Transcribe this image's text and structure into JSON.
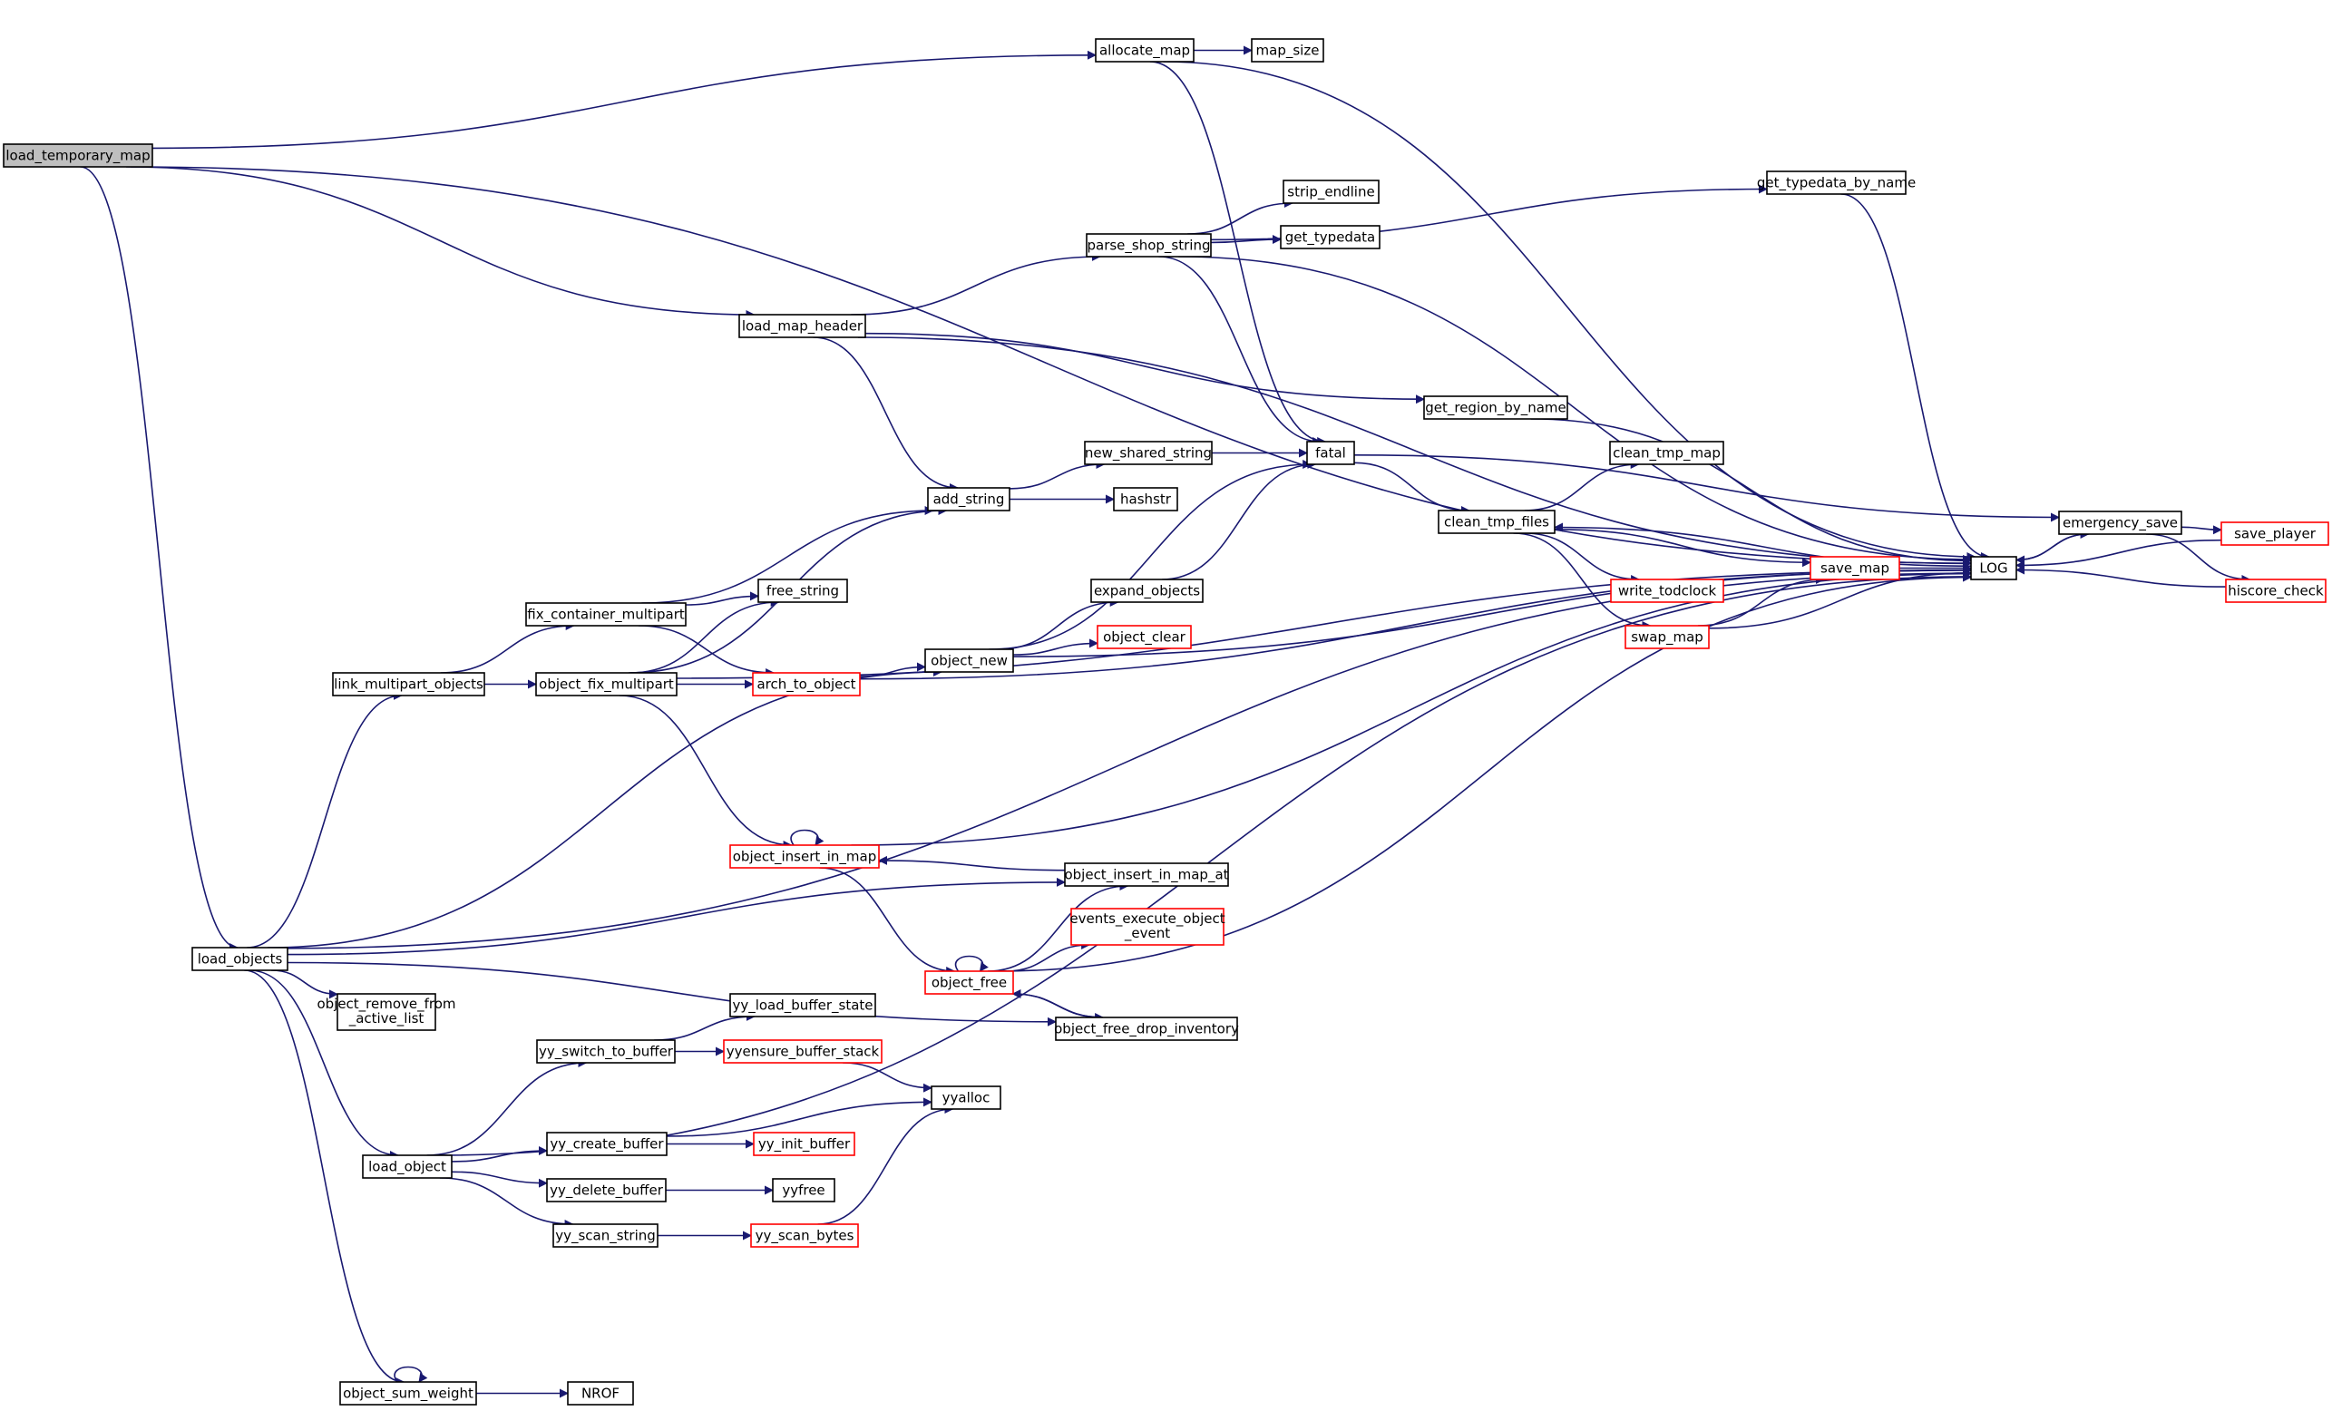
{
  "colors": {
    "edge": "#191970",
    "node_border": "#000000",
    "node_border_truncated": "#ff0000",
    "node_fill": "#ffffff",
    "root_fill": "#bfbfbf"
  },
  "nodes": [
    {
      "id": "load_temporary_map",
      "label": "load_temporary_map",
      "style": "root"
    },
    {
      "id": "allocate_map",
      "label": "allocate_map",
      "style": "normal"
    },
    {
      "id": "map_size",
      "label": "map_size",
      "style": "normal"
    },
    {
      "id": "get_typedata_by_name",
      "label": "get_typedata_by_name",
      "style": "normal"
    },
    {
      "id": "strip_endline",
      "label": "strip_endline",
      "style": "normal"
    },
    {
      "id": "parse_shop_string",
      "label": "parse_shop_string",
      "style": "normal"
    },
    {
      "id": "get_typedata",
      "label": "get_typedata",
      "style": "normal"
    },
    {
      "id": "load_map_header",
      "label": "load_map_header",
      "style": "normal"
    },
    {
      "id": "get_region_by_name",
      "label": "get_region_by_name",
      "style": "normal"
    },
    {
      "id": "new_shared_string",
      "label": "new_shared_string",
      "style": "normal"
    },
    {
      "id": "fatal",
      "label": "fatal",
      "style": "normal"
    },
    {
      "id": "clean_tmp_map",
      "label": "clean_tmp_map",
      "style": "normal"
    },
    {
      "id": "add_string",
      "label": "add_string",
      "style": "normal"
    },
    {
      "id": "hashstr",
      "label": "hashstr",
      "style": "normal"
    },
    {
      "id": "clean_tmp_files",
      "label": "clean_tmp_files",
      "style": "normal"
    },
    {
      "id": "emergency_save",
      "label": "emergency_save",
      "style": "normal"
    },
    {
      "id": "save_player",
      "label": "save_player",
      "style": "truncated"
    },
    {
      "id": "save_map",
      "label": "save_map",
      "style": "truncated"
    },
    {
      "id": "LOG",
      "label": "LOG",
      "style": "normal"
    },
    {
      "id": "fix_container_multipart",
      "label": "fix_container_multipart",
      "style": "normal"
    },
    {
      "id": "free_string",
      "label": "free_string",
      "style": "normal"
    },
    {
      "id": "expand_objects",
      "label": "expand_objects",
      "style": "normal"
    },
    {
      "id": "write_todclock",
      "label": "write_todclock",
      "style": "truncated"
    },
    {
      "id": "hiscore_check",
      "label": "hiscore_check",
      "style": "truncated"
    },
    {
      "id": "object_clear",
      "label": "object_clear",
      "style": "truncated"
    },
    {
      "id": "swap_map",
      "label": "swap_map",
      "style": "truncated"
    },
    {
      "id": "object_new",
      "label": "object_new",
      "style": "normal"
    },
    {
      "id": "link_multipart_objects",
      "label": "link_multipart_objects",
      "style": "normal"
    },
    {
      "id": "object_fix_multipart",
      "label": "object_fix_multipart",
      "style": "normal"
    },
    {
      "id": "arch_to_object",
      "label": "arch_to_object",
      "style": "truncated"
    },
    {
      "id": "object_insert_in_map",
      "label": "object_insert_in_map",
      "style": "truncated"
    },
    {
      "id": "object_insert_in_map_at",
      "label": "object_insert_in_map_at",
      "style": "normal"
    },
    {
      "id": "events_execute_object_event",
      "label": "events_execute_object\n_event",
      "style": "truncated"
    },
    {
      "id": "load_objects",
      "label": "load_objects",
      "style": "normal"
    },
    {
      "id": "object_free",
      "label": "object_free",
      "style": "truncated"
    },
    {
      "id": "object_remove_from_active_list",
      "label": "object_remove_from\n_active_list",
      "style": "normal"
    },
    {
      "id": "yy_load_buffer_state",
      "label": "yy_load_buffer_state",
      "style": "normal"
    },
    {
      "id": "object_free_drop_inventory",
      "label": "object_free_drop_inventory",
      "style": "normal"
    },
    {
      "id": "yy_switch_to_buffer",
      "label": "yy_switch_to_buffer",
      "style": "normal"
    },
    {
      "id": "yyensure_buffer_stack",
      "label": "yyensure_buffer_stack",
      "style": "truncated"
    },
    {
      "id": "yyalloc",
      "label": "yyalloc",
      "style": "normal"
    },
    {
      "id": "yy_create_buffer",
      "label": "yy_create_buffer",
      "style": "normal"
    },
    {
      "id": "yy_init_buffer",
      "label": "yy_init_buffer",
      "style": "truncated"
    },
    {
      "id": "load_object",
      "label": "load_object",
      "style": "normal"
    },
    {
      "id": "yy_delete_buffer",
      "label": "yy_delete_buffer",
      "style": "normal"
    },
    {
      "id": "yyfree",
      "label": "yyfree",
      "style": "normal"
    },
    {
      "id": "yy_scan_string",
      "label": "yy_scan_string",
      "style": "normal"
    },
    {
      "id": "yy_scan_bytes",
      "label": "yy_scan_bytes",
      "style": "truncated"
    },
    {
      "id": "object_sum_weight",
      "label": "object_sum_weight",
      "style": "normal"
    },
    {
      "id": "NROF",
      "label": "NROF",
      "style": "normal"
    }
  ],
  "edges": [
    [
      "load_temporary_map",
      "allocate_map"
    ],
    [
      "load_temporary_map",
      "LOG"
    ],
    [
      "load_temporary_map",
      "load_map_header"
    ],
    [
      "load_temporary_map",
      "load_objects"
    ],
    [
      "allocate_map",
      "map_size"
    ],
    [
      "allocate_map",
      "LOG"
    ],
    [
      "allocate_map",
      "fatal"
    ],
    [
      "load_map_header",
      "parse_shop_string"
    ],
    [
      "load_map_header",
      "LOG"
    ],
    [
      "load_map_header",
      "get_region_by_name"
    ],
    [
      "load_map_header",
      "add_string"
    ],
    [
      "parse_shop_string",
      "get_typedata_by_name"
    ],
    [
      "parse_shop_string",
      "strip_endline"
    ],
    [
      "parse_shop_string",
      "get_typedata"
    ],
    [
      "parse_shop_string",
      "LOG"
    ],
    [
      "parse_shop_string",
      "fatal"
    ],
    [
      "get_typedata_by_name",
      "LOG"
    ],
    [
      "get_region_by_name",
      "LOG"
    ],
    [
      "add_string",
      "new_shared_string"
    ],
    [
      "add_string",
      "hashstr"
    ],
    [
      "new_shared_string",
      "fatal"
    ],
    [
      "fatal",
      "emergency_save"
    ],
    [
      "fatal",
      "clean_tmp_files"
    ],
    [
      "clean_tmp_files",
      "clean_tmp_map"
    ],
    [
      "clean_tmp_files",
      "save_map"
    ],
    [
      "clean_tmp_files",
      "write_todclock"
    ],
    [
      "clean_tmp_files",
      "swap_map"
    ],
    [
      "LOG",
      "clean_tmp_files"
    ],
    [
      "LOG",
      "emergency_save"
    ],
    [
      "emergency_save",
      "LOG"
    ],
    [
      "emergency_save",
      "save_player"
    ],
    [
      "emergency_save",
      "hiscore_check"
    ],
    [
      "save_player",
      "LOG"
    ],
    [
      "hiscore_check",
      "LOG"
    ],
    [
      "save_map",
      "LOG"
    ],
    [
      "swap_map",
      "save_map"
    ],
    [
      "swap_map",
      "LOG"
    ],
    [
      "fix_container_multipart",
      "add_string"
    ],
    [
      "fix_container_multipart",
      "free_string"
    ],
    [
      "fix_container_multipart",
      "arch_to_object"
    ],
    [
      "object_fix_multipart",
      "free_string"
    ],
    [
      "object_fix_multipart",
      "add_string"
    ],
    [
      "object_fix_multipart",
      "arch_to_object"
    ],
    [
      "object_fix_multipart",
      "LOG"
    ],
    [
      "object_fix_multipart",
      "object_insert_in_map"
    ],
    [
      "link_multipart_objects",
      "fix_container_multipart"
    ],
    [
      "link_multipart_objects",
      "object_fix_multipart"
    ],
    [
      "arch_to_object",
      "object_new"
    ],
    [
      "arch_to_object",
      "LOG"
    ],
    [
      "object_new",
      "fatal"
    ],
    [
      "object_new",
      "expand_objects"
    ],
    [
      "object_new",
      "object_clear"
    ],
    [
      "object_new",
      "LOG"
    ],
    [
      "expand_objects",
      "fatal"
    ],
    [
      "object_insert_in_map",
      "object_insert_in_map"
    ],
    [
      "object_insert_in_map",
      "LOG"
    ],
    [
      "object_insert_in_map",
      "object_free"
    ],
    [
      "object_insert_in_map_at",
      "object_insert_in_map"
    ],
    [
      "object_free",
      "object_free"
    ],
    [
      "object_free",
      "object_insert_in_map_at"
    ],
    [
      "object_free",
      "events_execute_object_event"
    ],
    [
      "object_free",
      "LOG"
    ],
    [
      "object_free",
      "object_free_drop_inventory"
    ],
    [
      "object_free_drop_inventory",
      "object_free"
    ],
    [
      "load_objects",
      "link_multipart_objects"
    ],
    [
      "load_objects",
      "object_new"
    ],
    [
      "load_objects",
      "object_insert_in_map_at"
    ],
    [
      "load_objects",
      "object_free_drop_inventory"
    ],
    [
      "load_objects",
      "object_remove_from_active_list"
    ],
    [
      "load_objects",
      "load_object"
    ],
    [
      "load_objects",
      "LOG"
    ],
    [
      "load_objects",
      "object_sum_weight"
    ],
    [
      "load_object",
      "yy_switch_to_buffer"
    ],
    [
      "load_object",
      "yy_create_buffer"
    ],
    [
      "load_object",
      "yy_delete_buffer"
    ],
    [
      "load_object",
      "yy_scan_string"
    ],
    [
      "load_object",
      "LOG"
    ],
    [
      "yy_switch_to_buffer",
      "yy_load_buffer_state"
    ],
    [
      "yy_switch_to_buffer",
      "yyensure_buffer_stack"
    ],
    [
      "yyensure_buffer_stack",
      "yyalloc"
    ],
    [
      "yy_create_buffer",
      "yyalloc"
    ],
    [
      "yy_create_buffer",
      "yy_init_buffer"
    ],
    [
      "yy_delete_buffer",
      "yyfree"
    ],
    [
      "yy_scan_string",
      "yy_scan_bytes"
    ],
    [
      "yy_scan_bytes",
      "yyalloc"
    ],
    [
      "object_sum_weight",
      "object_sum_weight"
    ],
    [
      "object_sum_weight",
      "NROF"
    ]
  ]
}
